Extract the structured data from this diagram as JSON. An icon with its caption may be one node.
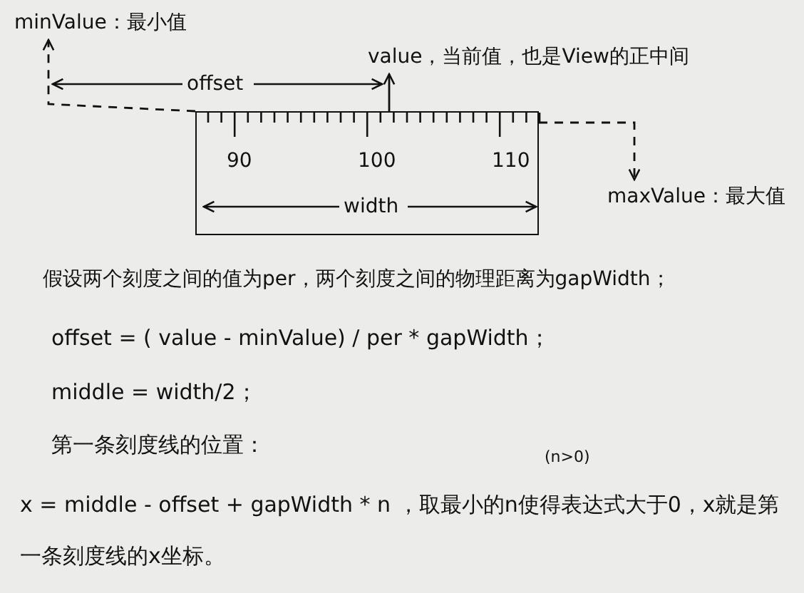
{
  "diagram": {
    "nodes": [
      {
        "text": [
          "minValue：最小值"
        ]
      },
      {
        "text": [],
        "shape": "box"
      },
      {
        "text": [
          "value，当前值，也是View的正中间"
        ]
      },
      {
        "text": [
          "maxValue：最大值"
        ]
      }
    ],
    "edges": [
      {
        "from": 1,
        "to": 0,
        "arrow": "to",
        "style": "dashed"
      },
      {
        "from": 1,
        "to": 2,
        "arrow": "to"
      },
      {
        "from": 1,
        "to": 3,
        "arrow": "to",
        "style": "dashed"
      }
    ],
    "labels": [
      "offset",
      "90",
      "100",
      "110",
      "width",
      "假设两个刻度之间的值为per，两个刻度之间的物理距离为gapWidth；",
      "offset = ( value - minValue) / per * gapWidth；",
      "middle = width/2；",
      "第一条刻度线的位置：",
      "(n>0)",
      "x = middle - offset + gapWidth * n ，取最小的n使得表达式大于0，x就是第一条刻度线的x坐标。"
    ]
  }
}
